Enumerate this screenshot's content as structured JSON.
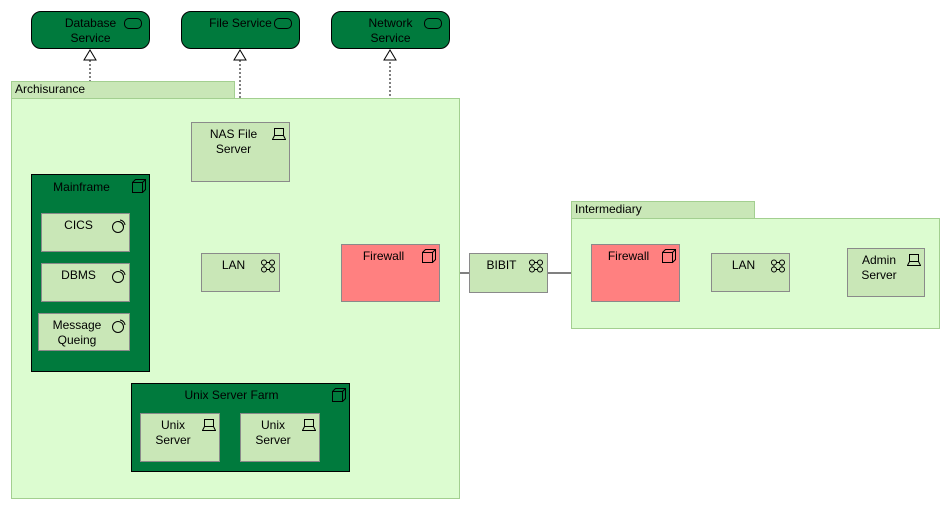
{
  "services": {
    "database": "Database\nService",
    "file": "File Service",
    "network": "Network\nService"
  },
  "groups": {
    "archisurance": "Archisurance",
    "intermediary": "Intermediary"
  },
  "nodes": {
    "nas": "NAS File\nServer",
    "mainframe": "Mainframe",
    "cics": "CICS",
    "dbms": "DBMS",
    "message_queing": "Message\nQueing",
    "lan_left": "LAN",
    "firewall_left": "Firewall",
    "bibit": "BIBIT",
    "firewall_right": "Firewall",
    "lan_right": "LAN",
    "admin_server": "Admin\nServer",
    "unix_farm": "Unix Server Farm",
    "unix_1": "Unix\nServer",
    "unix_2": "Unix\nServer"
  },
  "icon_names": [
    "service-icon",
    "device-icon",
    "node-icon",
    "system-software-icon",
    "communication-network-icon"
  ]
}
